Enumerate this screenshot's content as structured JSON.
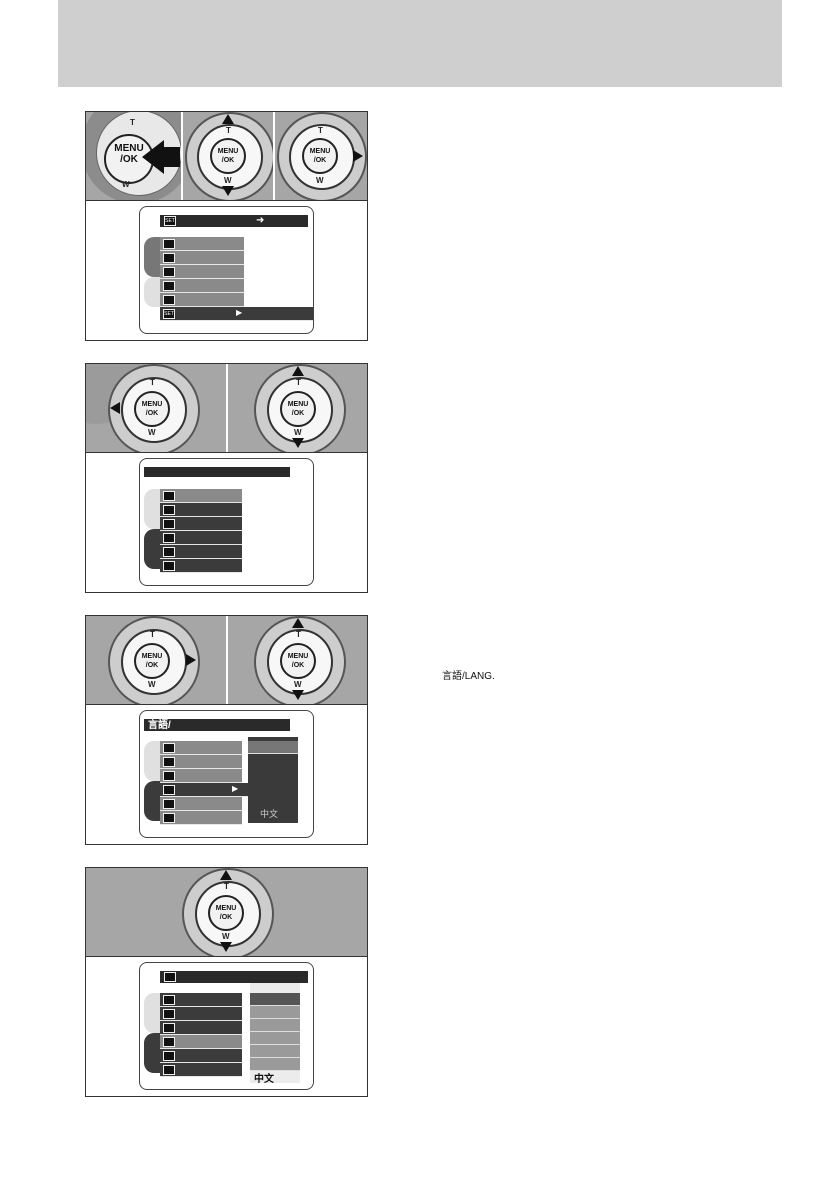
{
  "header": {
    "color": "#cfcfcf"
  },
  "buttons": {
    "menu_ok": "MENU\n/OK",
    "t": "T",
    "w": "W"
  },
  "panel1": {
    "set_icon": "SET"
  },
  "panel3": {
    "lang_title": "言語/",
    "lang_value": "中文"
  },
  "panel4": {
    "lang_value": "中文"
  },
  "side_text": {
    "lang": "言語/LANG."
  }
}
